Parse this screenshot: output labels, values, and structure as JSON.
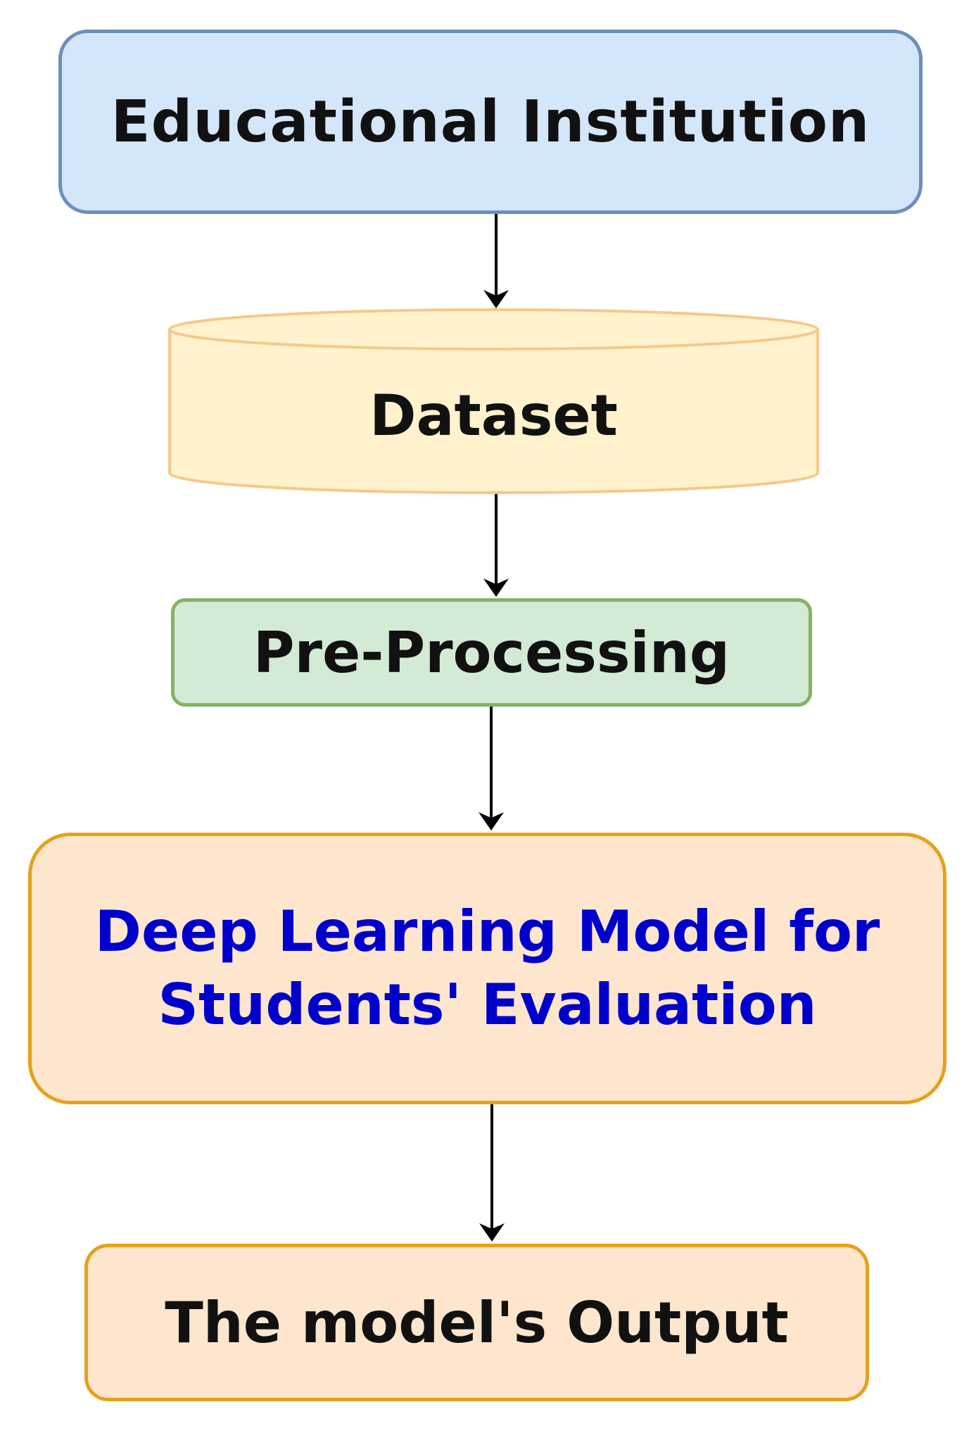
{
  "diagram": {
    "nodes": {
      "educational_institution": "Educational Institution",
      "dataset": "Dataset",
      "pre_processing": "Pre-Processing",
      "deep_learning_model": {
        "line1": "Deep Learning Model for",
        "line2": "Students' Evaluation"
      },
      "model_output": "The model's Output"
    },
    "edges": [
      {
        "from": "educational_institution",
        "to": "dataset"
      },
      {
        "from": "dataset",
        "to": "pre_processing"
      },
      {
        "from": "pre_processing",
        "to": "deep_learning_model"
      },
      {
        "from": "deep_learning_model",
        "to": "model_output"
      }
    ],
    "colors": {
      "institution_fill": "#d4e6fa",
      "institution_stroke": "#6c8ebf",
      "dataset_fill": "#fff2cc",
      "dataset_stroke": "#f5c98a",
      "preprocessing_fill": "#d3ead4",
      "preprocessing_stroke": "#82b366",
      "model_fill": "#fde6cd",
      "model_stroke": "#e6a11a",
      "model_text": "#0000cc",
      "arrow": "#000000"
    }
  }
}
